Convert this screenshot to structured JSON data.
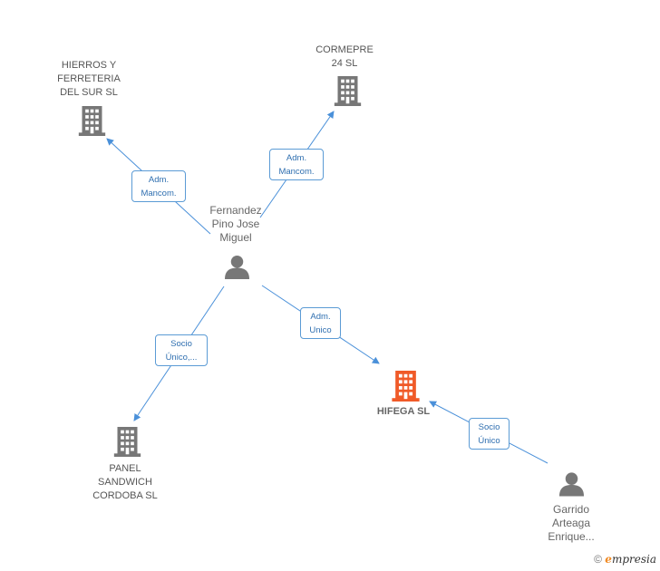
{
  "nodes": {
    "hierros": {
      "label": "HIERROS Y\nFERRETERIA\nDEL SUR SL",
      "type": "company",
      "color": "#777777"
    },
    "cormepre": {
      "label": "CORMEPRE\n24  SL",
      "type": "company",
      "color": "#777777"
    },
    "fernandez": {
      "label": "Fernandez\nPino Jose\nMiguel",
      "type": "person",
      "color": "#777777"
    },
    "panel": {
      "label": "PANEL\nSANDWICH\nCORDOBA SL",
      "type": "company",
      "color": "#777777"
    },
    "hifega": {
      "label": "HIFEGA SL",
      "type": "company",
      "color": "#f05a28"
    },
    "garrido": {
      "label": "Garrido\nArteaga\nEnrique...",
      "type": "person",
      "color": "#777777"
    }
  },
  "edges": {
    "e1": {
      "label": "Adm.\nMancom."
    },
    "e2": {
      "label": "Adm.\nMancom."
    },
    "e3": {
      "label": "Adm.\nUnico"
    },
    "e4": {
      "label": "Socio\nÚnico,..."
    },
    "e5": {
      "label": "Socio\nÚnico"
    }
  },
  "colors": {
    "edge": "#4a90d9",
    "company": "#777777",
    "focus": "#f05a28"
  },
  "footer": {
    "copyright": "©",
    "brand_e": "e",
    "brand_rest": "mpresia"
  }
}
